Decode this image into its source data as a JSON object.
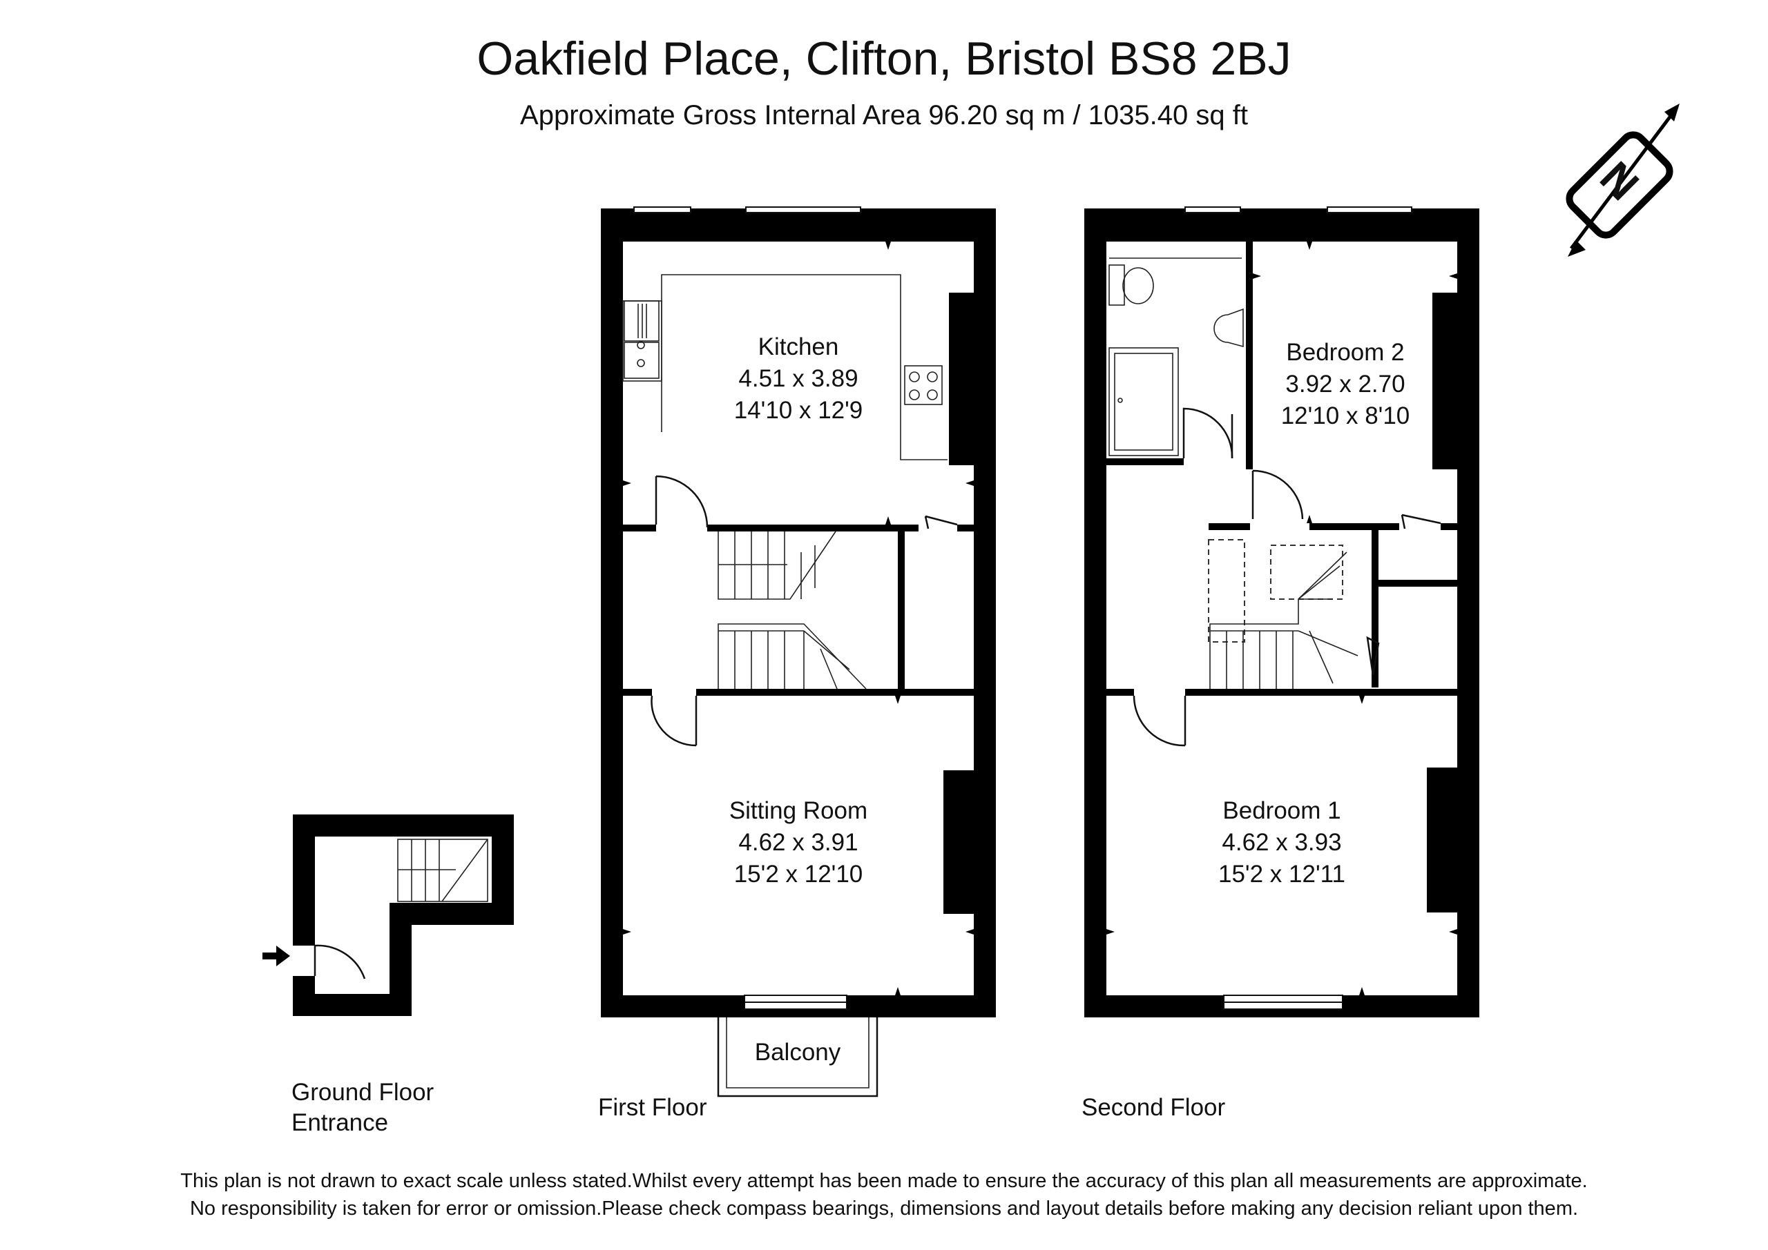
{
  "header": {
    "title": "Oakfield Place, Clifton, Bristol BS8 2BJ",
    "subtitle": "Approximate Gross Internal Area 96.20 sq m / 1035.40 sq ft"
  },
  "compass": {
    "letter": "N",
    "icon": "compass-icon"
  },
  "rooms": {
    "kitchen": {
      "name": "Kitchen",
      "metric": "4.51 x 3.89",
      "imperial": "14'10 x 12'9"
    },
    "sitting_room": {
      "name": "Sitting Room",
      "metric": "4.62 x 3.91",
      "imperial": "15'2 x 12'10"
    },
    "bedroom2": {
      "name": "Bedroom 2",
      "metric": "3.92 x 2.70",
      "imperial": "12'10 x 8'10"
    },
    "bedroom1": {
      "name": "Bedroom 1",
      "metric": "4.62 x 3.93",
      "imperial": "15'2 x 12'11"
    },
    "balcony": {
      "name": "Balcony"
    }
  },
  "floors": {
    "ground_line1": "Ground Floor",
    "ground_line2": "Entrance",
    "first": "First Floor",
    "second": "Second Floor"
  },
  "disclaimer": {
    "line1": "This plan is not drawn to exact scale unless stated.Whilst every attempt has been made to ensure the accuracy of this plan all measurements are approximate.",
    "line2": "No responsibility is taken for error or omission.Please check compass bearings, dimensions and layout details before making any decision reliant upon them."
  }
}
